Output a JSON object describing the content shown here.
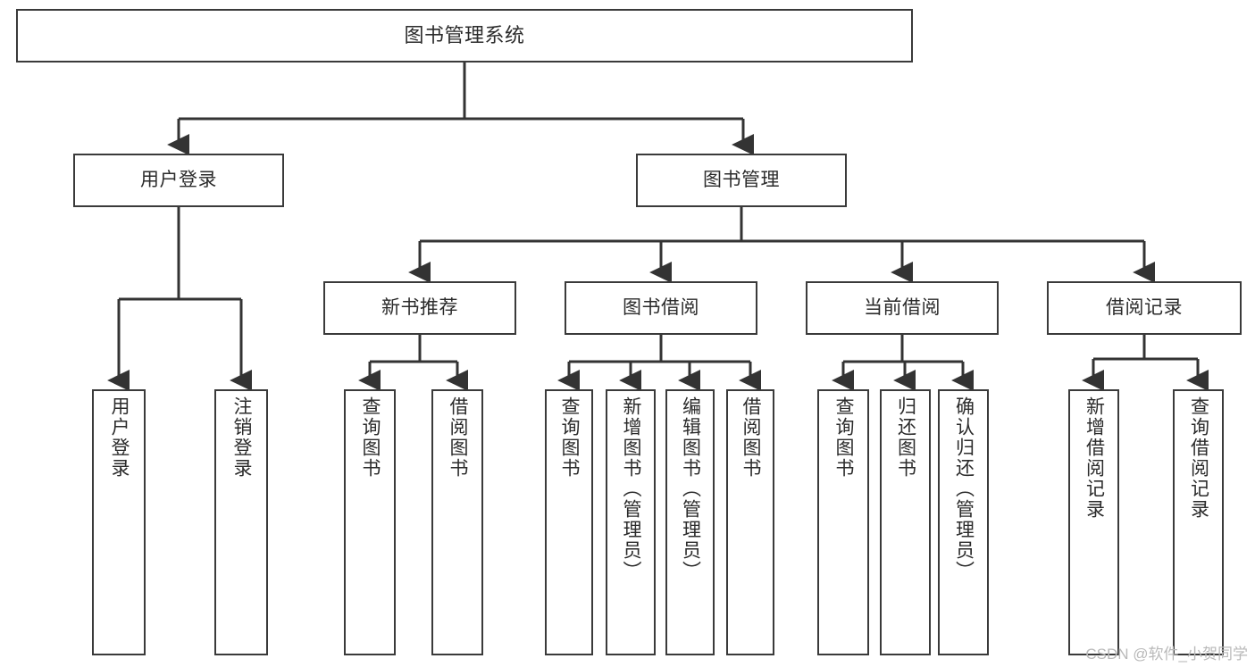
{
  "diagram": {
    "title": "图书管理系统",
    "type": "hierarchy-tree",
    "watermark": "CSDN @软件_小贺同学",
    "colors": {
      "background": "#ffffff",
      "box_border": "#3a3a3a",
      "box_fill": "#ffffff",
      "text": "#2b2b2b",
      "connector": "#333333",
      "watermark": "#b9b9b9"
    },
    "levels": [
      {
        "level": 0,
        "nodes": [
          {
            "id": "root",
            "label": "图书管理系统"
          }
        ]
      },
      {
        "level": 1,
        "nodes": [
          {
            "id": "login",
            "label": "用户登录",
            "parent": "root"
          },
          {
            "id": "bookmgmt",
            "label": "图书管理",
            "parent": "root"
          }
        ]
      },
      {
        "level": 2,
        "nodes": [
          {
            "id": "newbook",
            "label": "新书推荐",
            "parent": "bookmgmt"
          },
          {
            "id": "borrow",
            "label": "图书借阅",
            "parent": "bookmgmt"
          },
          {
            "id": "current",
            "label": "当前借阅",
            "parent": "bookmgmt"
          },
          {
            "id": "record",
            "label": "借阅记录",
            "parent": "bookmgmt"
          }
        ]
      },
      {
        "level": 3,
        "nodes": [
          {
            "id": "leaf1",
            "label": "用户登录",
            "parent": "login"
          },
          {
            "id": "leaf2",
            "label": "注销登录",
            "parent": "login"
          },
          {
            "id": "leaf3",
            "label": "查询图书",
            "parent": "newbook"
          },
          {
            "id": "leaf4",
            "label": "借阅图书",
            "parent": "newbook"
          },
          {
            "id": "leaf5",
            "label": "查询图书",
            "parent": "borrow"
          },
          {
            "id": "leaf6",
            "label": "新增图书（管理员）",
            "parent": "borrow"
          },
          {
            "id": "leaf7",
            "label": "编辑图书（管理员）",
            "parent": "borrow"
          },
          {
            "id": "leaf8",
            "label": "借阅图书",
            "parent": "borrow"
          },
          {
            "id": "leaf9",
            "label": "查询图书",
            "parent": "current"
          },
          {
            "id": "leaf10",
            "label": "归还图书",
            "parent": "current"
          },
          {
            "id": "leaf11",
            "label": "确认归还（管理员）",
            "parent": "current"
          },
          {
            "id": "leaf12",
            "label": "新增借阅记录",
            "parent": "record"
          },
          {
            "id": "leaf13",
            "label": "查询借阅记录",
            "parent": "record"
          }
        ]
      }
    ]
  }
}
